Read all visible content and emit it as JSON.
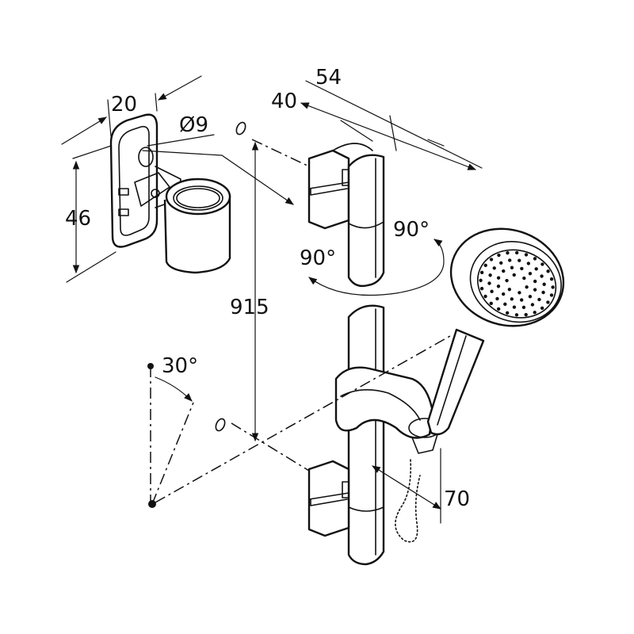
{
  "dimensions": {
    "d54": "54",
    "d40": "40",
    "d20": "20",
    "d9": "Ø9",
    "d46": "46",
    "d915": "915",
    "d90a": "90°",
    "d90b": "90°",
    "d30": "30°",
    "d70": "70"
  }
}
